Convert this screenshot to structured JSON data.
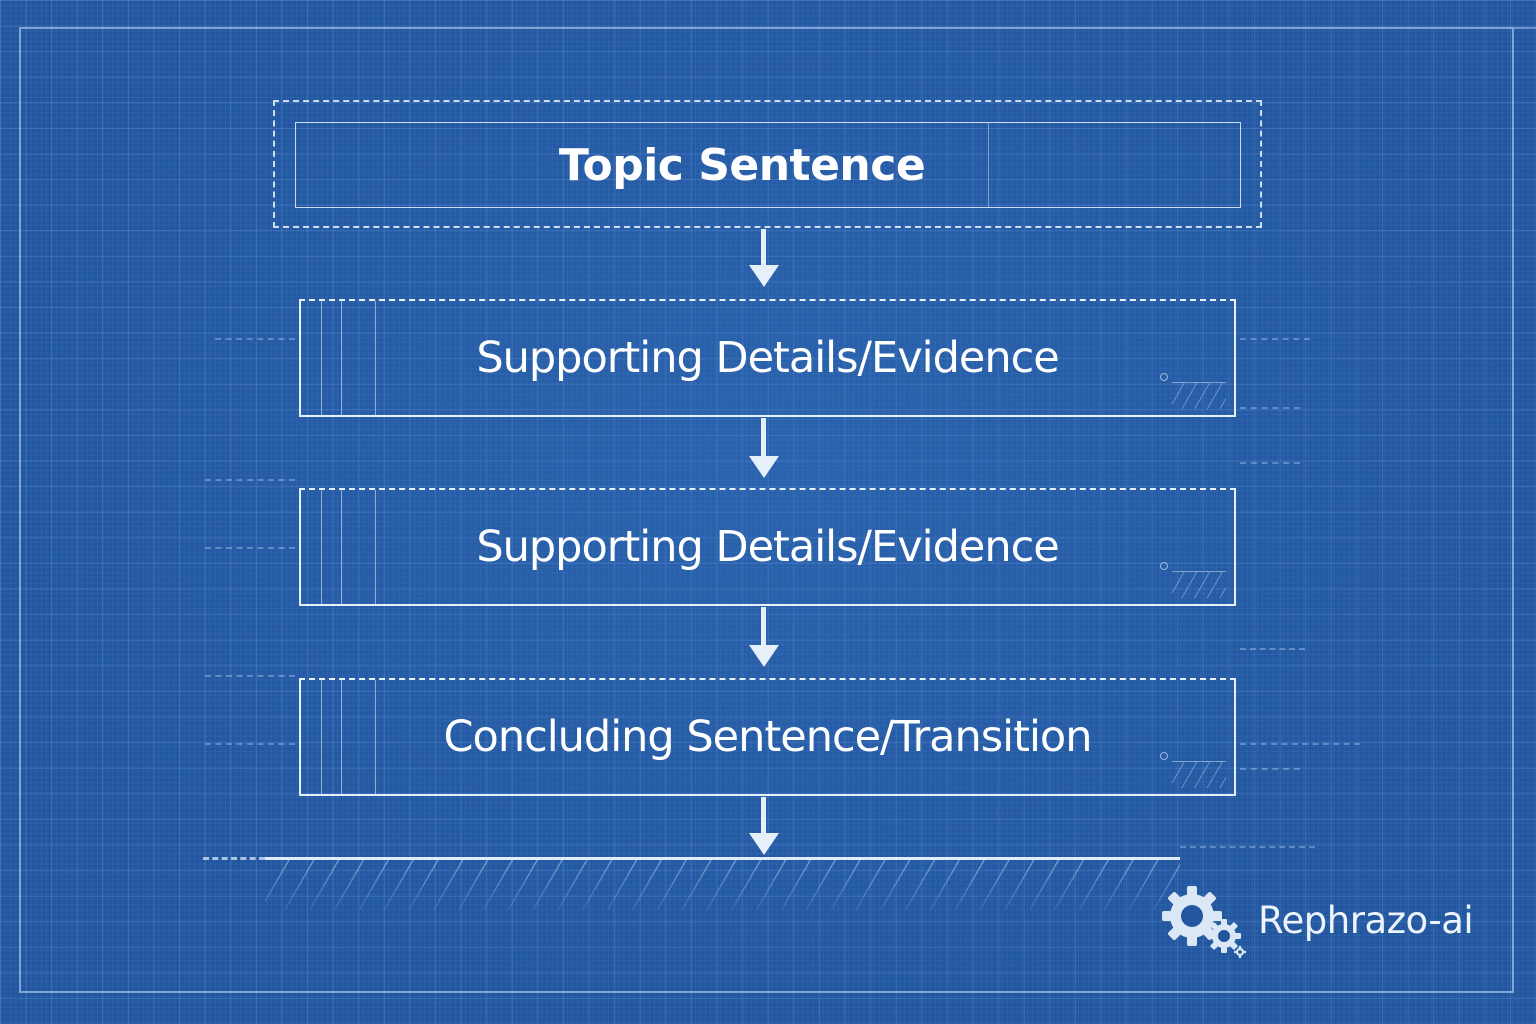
{
  "diagram": {
    "type": "flowchart",
    "style": "blueprint",
    "colors": {
      "background": "#22579f",
      "grid": "#8cbeff",
      "lines": "#f0f8ff",
      "text": "#ffffff"
    },
    "title": "Topic Sentence",
    "steps": [
      {
        "label": "Supporting Details/Evidence"
      },
      {
        "label": "Supporting Details/Evidence"
      },
      {
        "label": "Concluding Sentence/Transition"
      }
    ],
    "connectors": [
      {
        "from": "Topic Sentence",
        "to": "Supporting Details/Evidence",
        "icon": "arrow-down-icon"
      },
      {
        "from": "Supporting Details/Evidence",
        "to": "Supporting Details/Evidence",
        "icon": "arrow-down-icon"
      },
      {
        "from": "Supporting Details/Evidence",
        "to": "Concluding Sentence/Transition",
        "icon": "arrow-down-icon"
      },
      {
        "from": "Concluding Sentence/Transition",
        "to": "ground-line",
        "icon": "arrow-down-icon"
      }
    ]
  },
  "branding": {
    "logo_icon": "gears-icon",
    "name": "Rephrazo-ai"
  }
}
